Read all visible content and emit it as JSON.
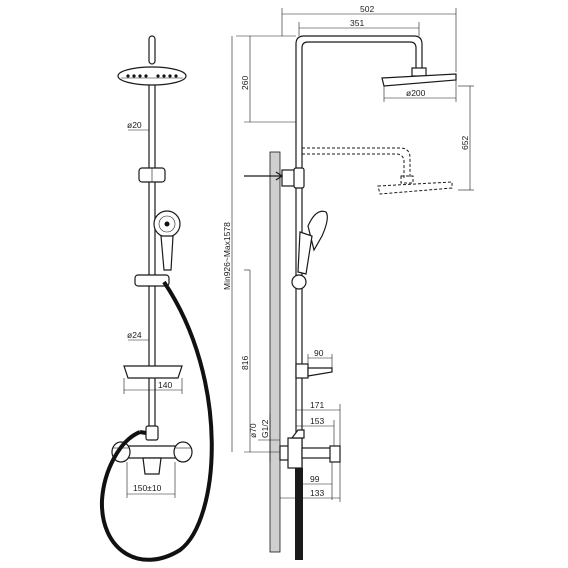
{
  "dimensions": {
    "top_width": "502",
    "arm_width": "351",
    "arm_height": "260",
    "head_diameter": "ø200",
    "head_drop": "652",
    "height_range": "Min926~Max1578",
    "pipe_diameter_top": "ø20",
    "pipe_diameter_bottom": "ø24",
    "shelf_width_front": "140",
    "shelf_width_side": "90",
    "lower_height": "816",
    "thread": "G1/2",
    "flange": "ø70",
    "mixer_depth_1": "171",
    "mixer_depth_2": "153",
    "spout_1": "99",
    "spout_2": "133",
    "center_spacing": "150±10"
  }
}
